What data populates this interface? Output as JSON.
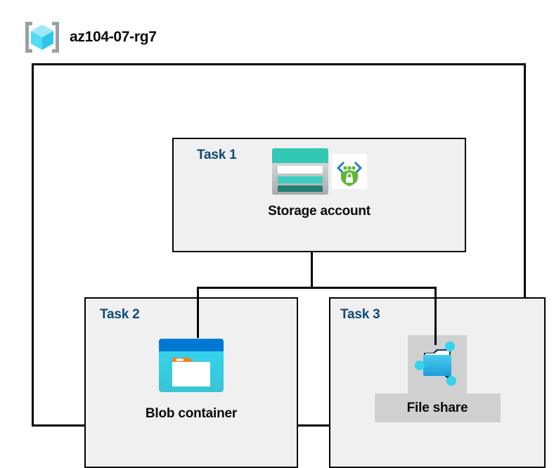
{
  "header": {
    "icon": "resource-group-cube-icon",
    "title": "az104-07-rg7"
  },
  "container": {
    "name": "resource-group-container",
    "border_color": "#000000",
    "fill": "#ffffff"
  },
  "colors": {
    "task_label": "#0e4a76",
    "task_box_fill": "#f0f0f0",
    "caption": "#0a0a0a",
    "highlight_plate": "#d0d0d0",
    "storage_teal": "#32c8b4",
    "storage_teal_dark": "#217f73",
    "blob_header_blue": "#0078d4",
    "blob_body_cyan": "#32d0ec",
    "blob_tab_orange": "#f28020",
    "fileshare_blue": "#32b4e4",
    "fileshare_node_cyan": "#32d4f0",
    "shield_green": "#5fb832",
    "bracket_blue": "#1f7bc1",
    "rg_cube_cyan": "#50e0fa"
  },
  "tasks": [
    {
      "id": "task1",
      "label": "Task 1",
      "node": {
        "caption": "Storage account",
        "icons": [
          "storage-account-icon",
          "secure-endpoint-shield-icon"
        ],
        "highlighted": false
      }
    },
    {
      "id": "task2",
      "label": "Task 2",
      "node": {
        "caption": "Blob container",
        "icons": [
          "blob-container-icon"
        ],
        "highlighted": false
      }
    },
    {
      "id": "task3",
      "label": "Task 3",
      "node": {
        "caption": "File share",
        "icons": [
          "file-share-icon"
        ],
        "highlighted": true
      }
    }
  ],
  "connectors": [
    {
      "name": "storage-to-branch-trunk",
      "from": "task1",
      "to": "branch-bar"
    },
    {
      "name": "branch-bar",
      "from": "branch-bar",
      "to": "branch-bar"
    },
    {
      "name": "branch-to-blob",
      "from": "branch-bar",
      "to": "task2"
    },
    {
      "name": "branch-to-fileshare",
      "from": "branch-bar",
      "to": "task3"
    }
  ]
}
